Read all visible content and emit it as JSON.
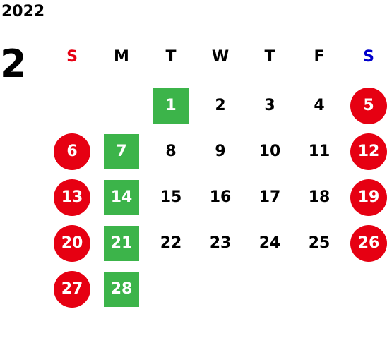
{
  "calendar": {
    "year": "2022",
    "month": "2",
    "weekdays": [
      {
        "label": "S",
        "color": "#e60012"
      },
      {
        "label": "M",
        "color": "#000000"
      },
      {
        "label": "T",
        "color": "#000000"
      },
      {
        "label": "W",
        "color": "#000000"
      },
      {
        "label": "T",
        "color": "#000000"
      },
      {
        "label": "F",
        "color": "#000000"
      },
      {
        "label": "S",
        "color": "#0000cc"
      }
    ],
    "colors": {
      "holiday_circle": "#e60012",
      "highlight_square": "#3cb44a",
      "text": "#000000"
    },
    "weeks": [
      [
        null,
        null,
        {
          "day": "1",
          "style": "green"
        },
        {
          "day": "2",
          "style": "plain"
        },
        {
          "day": "3",
          "style": "plain"
        },
        {
          "day": "4",
          "style": "plain"
        },
        {
          "day": "5",
          "style": "red"
        }
      ],
      [
        {
          "day": "6",
          "style": "red"
        },
        {
          "day": "7",
          "style": "green"
        },
        {
          "day": "8",
          "style": "plain"
        },
        {
          "day": "9",
          "style": "plain"
        },
        {
          "day": "10",
          "style": "plain"
        },
        {
          "day": "11",
          "style": "plain"
        },
        {
          "day": "12",
          "style": "red"
        }
      ],
      [
        {
          "day": "13",
          "style": "red"
        },
        {
          "day": "14",
          "style": "green"
        },
        {
          "day": "15",
          "style": "plain"
        },
        {
          "day": "16",
          "style": "plain"
        },
        {
          "day": "17",
          "style": "plain"
        },
        {
          "day": "18",
          "style": "plain"
        },
        {
          "day": "19",
          "style": "red"
        }
      ],
      [
        {
          "day": "20",
          "style": "red"
        },
        {
          "day": "21",
          "style": "green"
        },
        {
          "day": "22",
          "style": "plain"
        },
        {
          "day": "23",
          "style": "plain"
        },
        {
          "day": "24",
          "style": "plain"
        },
        {
          "day": "25",
          "style": "plain"
        },
        {
          "day": "26",
          "style": "red"
        }
      ],
      [
        {
          "day": "27",
          "style": "red"
        },
        {
          "day": "28",
          "style": "green"
        },
        null,
        null,
        null,
        null,
        null
      ]
    ]
  }
}
